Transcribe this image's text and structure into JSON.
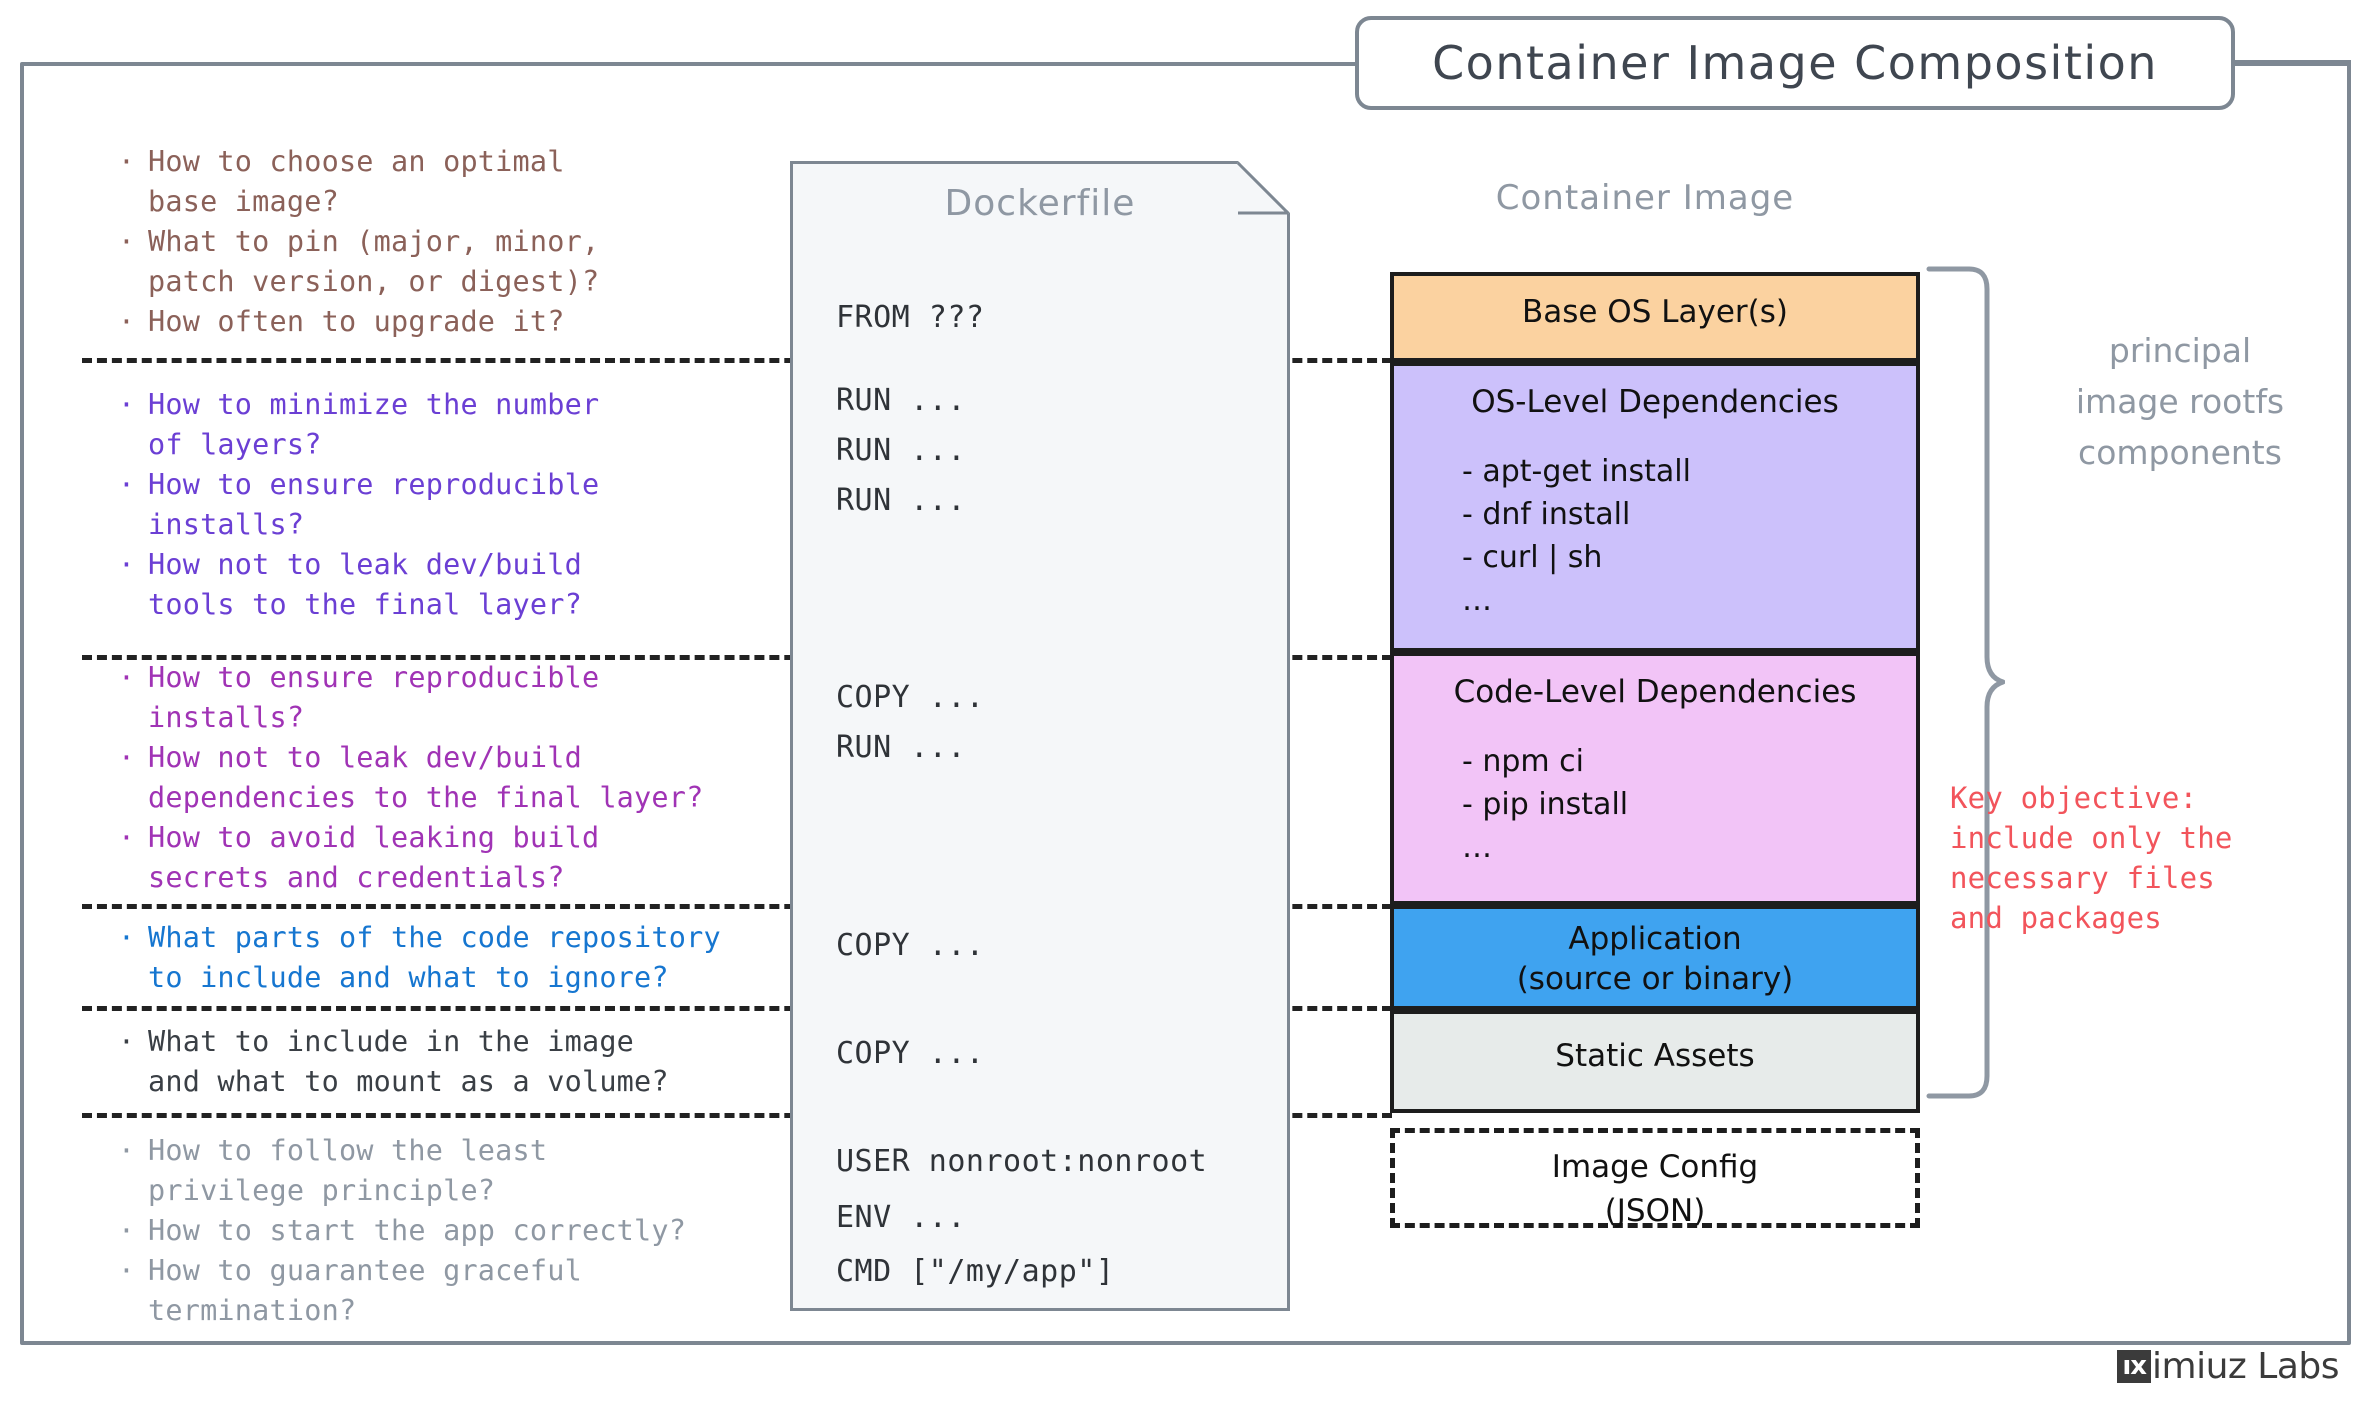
{
  "title": "Container Image Composition",
  "colors": {
    "frame": "#7d8792",
    "base_os": "#FBD2A0",
    "os_deps": "#CCC1FB",
    "code_deps": "#F2C4F7",
    "application": "#3FA3F0",
    "static_assets": "#E7EBEA",
    "key_objective": "#f2545b",
    "muted": "#8f98a3"
  },
  "question_groups": [
    {
      "id": "base-image",
      "color": "#8b6159",
      "items": [
        "How to choose an optimal\nbase image?",
        "What to pin (major, minor,\npatch version, or digest)?",
        "How often to upgrade it?"
      ]
    },
    {
      "id": "os-level-deps",
      "color": "#6b3fd4",
      "items": [
        "How to minimize the number\nof layers?",
        "How to ensure reproducible\ninstalls?",
        "How not to leak dev/build\ntools to the final layer?"
      ]
    },
    {
      "id": "code-level-deps",
      "color": "#a033b5",
      "items": [
        "How to ensure reproducible\ninstalls?",
        "How not to leak dev/build\ndependencies to the final layer?",
        "How to avoid leaking build\nsecrets and credentials?"
      ]
    },
    {
      "id": "application",
      "color": "#1676d0",
      "items": [
        "What parts of the code repository\nto include and what to ignore?"
      ]
    },
    {
      "id": "static-assets",
      "color": "#3a3f45",
      "items": [
        "What to include in the image\nand what to mount as a volume?"
      ]
    },
    {
      "id": "image-config",
      "color": "#8f98a3",
      "items": [
        "How to follow the least\nprivilege principle?",
        "How to start the app correctly?",
        "How to guarantee graceful\ntermination?"
      ]
    }
  ],
  "dockerfile": {
    "title": "Dockerfile",
    "lines": [
      "FROM ???",
      "RUN ...",
      "RUN ...",
      "RUN ...",
      "COPY ...",
      "RUN ...",
      "COPY ...",
      "COPY ...",
      "USER nonroot:nonroot",
      "ENV ...",
      "CMD [\"/my/app\"]"
    ]
  },
  "container_image": {
    "title": "Container Image",
    "layers": [
      {
        "name": "Base OS Layer(s)",
        "details": ""
      },
      {
        "name": "OS-Level Dependencies",
        "details": "- apt-get install\n- dnf install\n- curl | sh\n…"
      },
      {
        "name": "Code-Level Dependencies",
        "details": "- npm ci\n- pip install\n…"
      },
      {
        "name": "Application\n(source or binary)",
        "details": ""
      },
      {
        "name": "Static Assets",
        "details": ""
      }
    ],
    "config_box": "Image Config\n(JSON)"
  },
  "annotations": {
    "brace_label": "principal\nimage rootfs\ncomponents",
    "key_objective": "Key objective:\ninclude only the\nnecessary files\nand packages"
  },
  "logo": {
    "mark": "ıx",
    "text": "imiuz Labs"
  }
}
